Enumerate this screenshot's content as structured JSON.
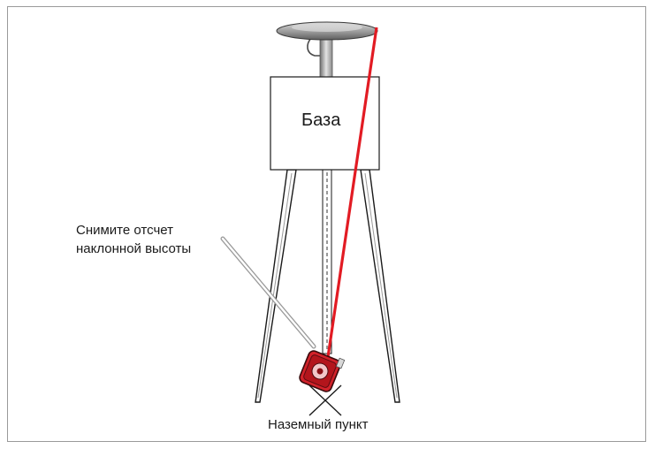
{
  "labels": {
    "base": "База",
    "instruction_line1": "Снимите отсчет",
    "instruction_line2": "наклонной высоты",
    "ground_point": "Наземный пункт"
  },
  "colors": {
    "measure_line": "#e21b23",
    "tape_body": "#d2222a",
    "frame": "#9a9a9a",
    "antenna": "#8a8a8a"
  }
}
